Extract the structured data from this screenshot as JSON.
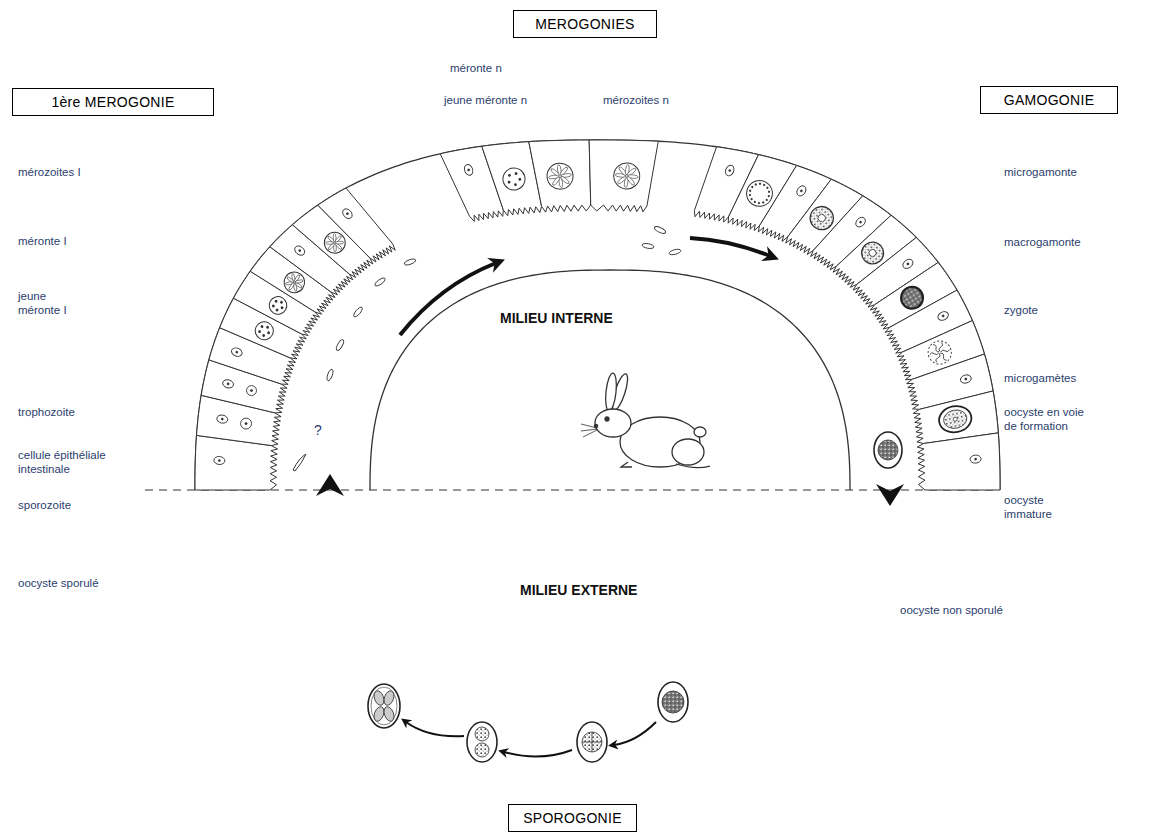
{
  "diagram": {
    "nodes": [
      {
        "text": [
          "MEROGONIES"
        ]
      },
      {
        "text": [
          "1ère MEROGONIE"
        ]
      },
      {
        "text": [
          "GAMOGONIE"
        ]
      },
      {
        "text": [
          "SPOROGONIE"
        ]
      }
    ],
    "labels": [
      "méronte n",
      "jeune méronte n",
      "mérozoites n",
      "mérozoites I",
      "méronte I",
      "jeune méronte I",
      "trophozoite",
      "cellule épithéliale intestinale",
      "sporozoite",
      "?",
      "MILIEU INTERNE",
      "microgamonte",
      "macrogamonte",
      "zygote",
      "microgamètes",
      "oocyste en voie de formation",
      "oocyste immature",
      "oocyste sporulé",
      "MILIEU EXTERNE",
      "oocyste non sporulé"
    ]
  }
}
